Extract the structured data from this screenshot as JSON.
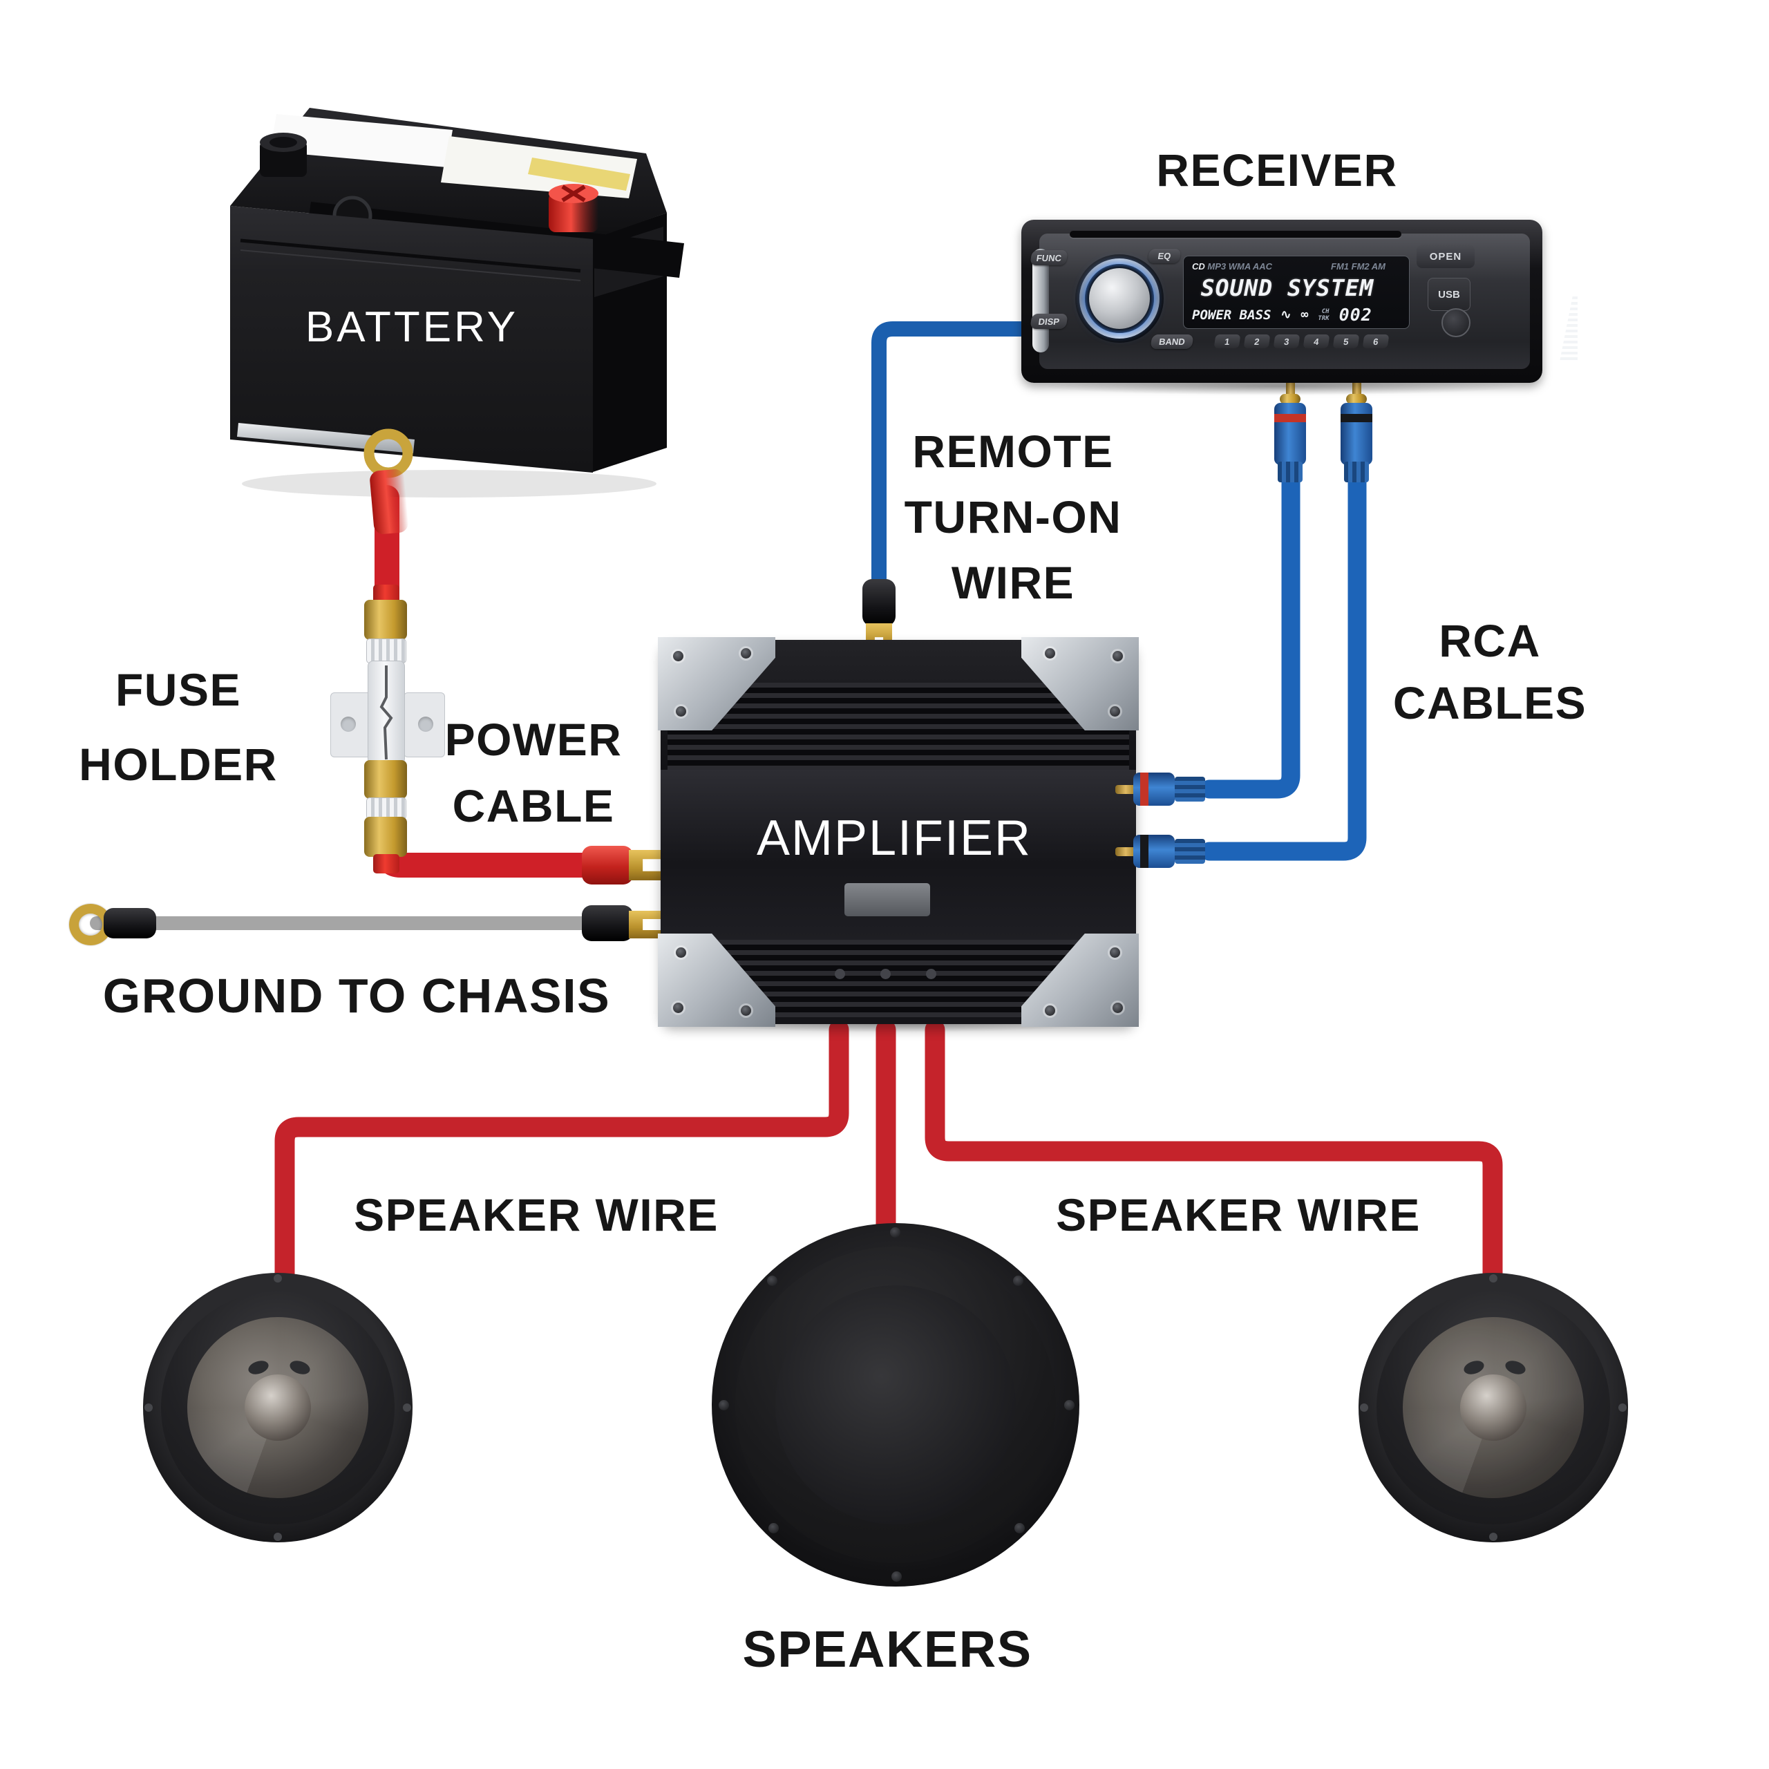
{
  "labels": {
    "receiver": "RECEIVER",
    "battery": "BATTERY",
    "amplifier": "AMPLIFIER",
    "fuse_holder": [
      "FUSE",
      "HOLDER"
    ],
    "power_cable": [
      "POWER",
      "CABLE"
    ],
    "remote_wire": [
      "REMOTE",
      "TURN-ON",
      "WIRE"
    ],
    "rca_cables": [
      "RCA",
      "CABLES"
    ],
    "ground": "GROUND TO CHASIS",
    "speaker_wire_left": "SPEAKER WIRE",
    "speaker_wire_right": "SPEAKER WIRE",
    "speakers": "SPEAKERS"
  },
  "receiver": {
    "buttons": {
      "func": "FUNC",
      "eq": "EQ",
      "disp": "DISP",
      "band": "BAND",
      "open": "OPEN",
      "usb": "USB"
    },
    "presets": [
      "1",
      "2",
      "3",
      "4",
      "5",
      "6"
    ],
    "display": {
      "format_strong": "CD",
      "formats_left": "MP3 WMA AAC",
      "formats_right": "FM1 FM2 AM",
      "main": "SOUND SYSTEM",
      "mode": "POWER BASS",
      "wave_icon": "∿",
      "cd_icon": "∞",
      "ch_label": "CH",
      "trk_label": "TRK",
      "track": "002"
    }
  },
  "colors": {
    "power_wire": "#cf2028",
    "speaker_wire": "#c5232b",
    "remote_wire": "#1b5fae",
    "rca_cable": "#1d64b8",
    "ground_wire": "#a5a5a5",
    "label_text": "#161616",
    "knob_glow": "#3f7fe0"
  }
}
